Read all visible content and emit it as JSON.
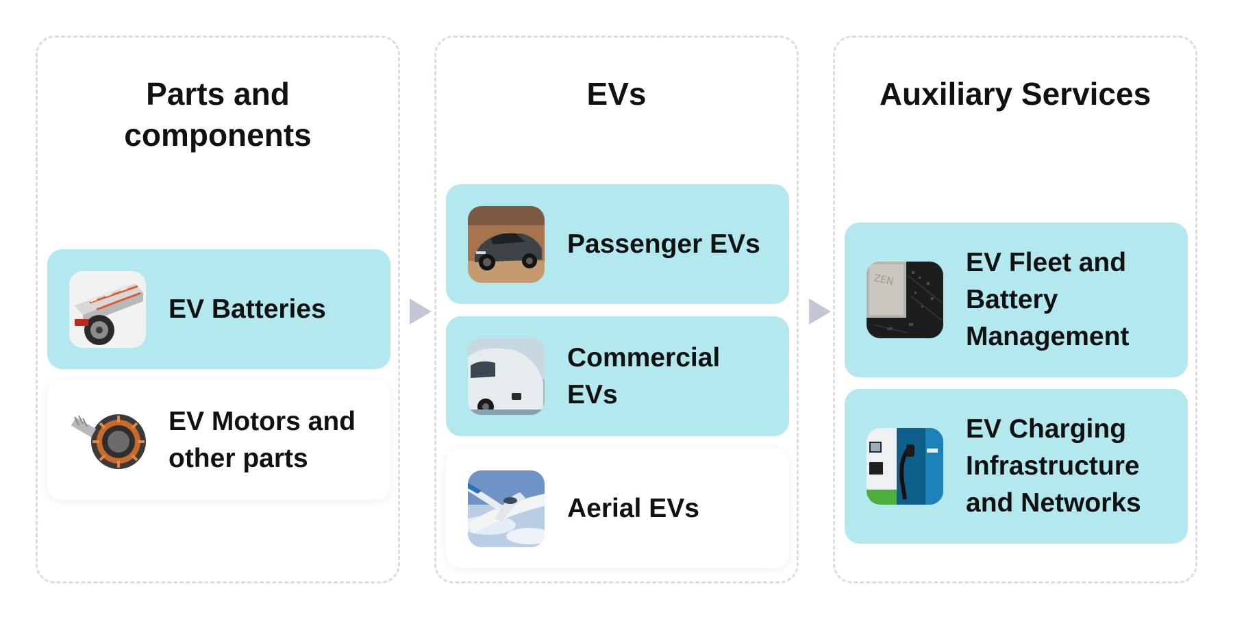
{
  "columns": [
    {
      "title": "Parts and components",
      "cards": [
        {
          "label": "EV Batteries",
          "icon": "battery-pack-photo",
          "highlighted": true
        },
        {
          "label": "EV Motors and other parts",
          "icon": "electric-motor-photo",
          "highlighted": false
        }
      ]
    },
    {
      "title": "EVs",
      "cards": [
        {
          "label": "Passenger EVs",
          "icon": "passenger-car-photo",
          "highlighted": true
        },
        {
          "label": "Commercial EVs",
          "icon": "electric-truck-photo",
          "highlighted": true
        },
        {
          "label": "Aerial EVs",
          "icon": "electric-aircraft-photo",
          "highlighted": false
        }
      ]
    },
    {
      "title": "Auxiliary Services",
      "cards": [
        {
          "label": "EV Fleet and Battery Management",
          "icon": "circuit-board-photo",
          "highlighted": true
        },
        {
          "label": "EV Charging Infrastructure and Networks",
          "icon": "charging-station-photo",
          "highlighted": true
        }
      ]
    }
  ],
  "colors": {
    "highlight_card": "#b2e8ee",
    "plain_card": "#ffffff",
    "dashed_border": "#d9dde6",
    "arrow": "#c3c6d4",
    "text": "#111111"
  }
}
